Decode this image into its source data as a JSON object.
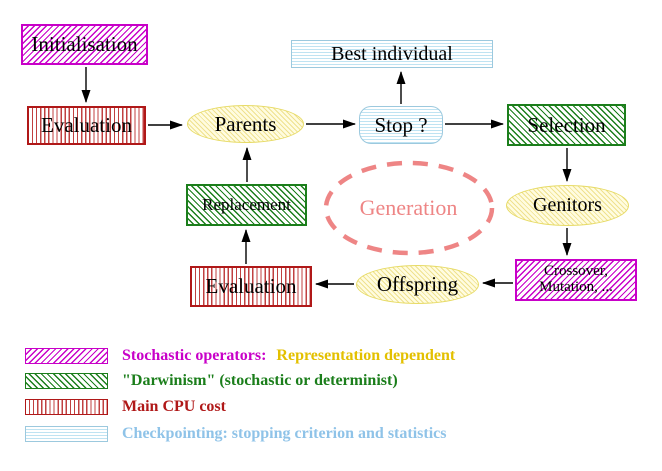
{
  "nodes": {
    "initialisation": "Initialisation",
    "best_individual": "Best individual",
    "evaluation_top": "Evaluation",
    "parents": "Parents",
    "stop": "Stop ?",
    "selection": "Selection",
    "replacement": "Replacement",
    "generation": "Generation",
    "genitors": "Genitors",
    "crossover_line1": "Crossover,",
    "crossover_line2": "Mutation, ...",
    "offspring": "Offspring",
    "evaluation_bottom": "Evaluation"
  },
  "legend": {
    "stochastic_label": "Stochastic operators:",
    "representation_label": "Representation dependent",
    "darwinism_label": "\"Darwinism\" (stochastic or determinist)",
    "cpu_label": "Main CPU cost",
    "checkpointing_label": "Checkpointing: stopping criterion and statistics"
  },
  "colors": {
    "magenta": "#C800C8",
    "green": "#1B7E1B",
    "red": "#B01818",
    "red_stripe": "#C04040",
    "cyan_border": "#9CC9DE",
    "cyan_stripe": "#BFE3F2",
    "cyan_text": "#8FC3E8",
    "yellow_border": "#E7DB66",
    "yellow_fill": "#FFFCE0",
    "yellow_stripe": "#EFE18F",
    "gold_text": "#E3C000",
    "salmon": "#EE8585",
    "arrow_black": "#000000"
  }
}
